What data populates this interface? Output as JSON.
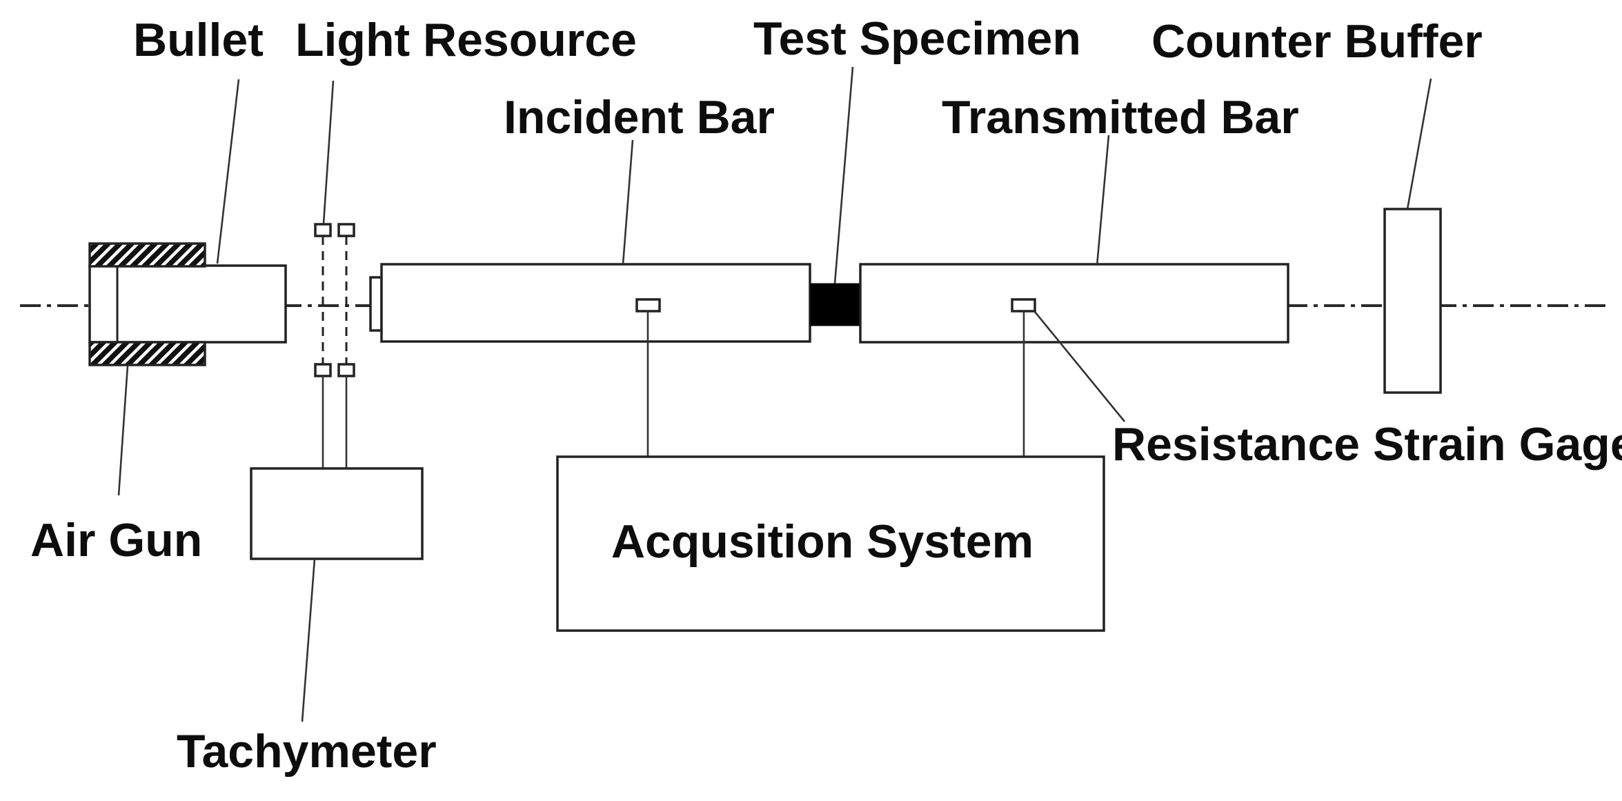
{
  "colors": {
    "background": "#ffffff",
    "line": "#222222",
    "text": "#0d0d0d",
    "specimen_fill": "#000000",
    "component_fill": "#ffffff"
  },
  "labels": {
    "bullet": "Bullet",
    "light_resource": "Light Resource",
    "incident_bar": "Incident Bar",
    "test_specimen": "Test Specimen",
    "counter_buffer": "Counter Buffer",
    "transmitted_bar": "Transmitted Bar",
    "air_gun": "Air Gun",
    "tachymeter": "Tachymeter",
    "acquisition_system": "Acqusition System",
    "resistance_strain_gage": "Resistance Strain Gage"
  }
}
